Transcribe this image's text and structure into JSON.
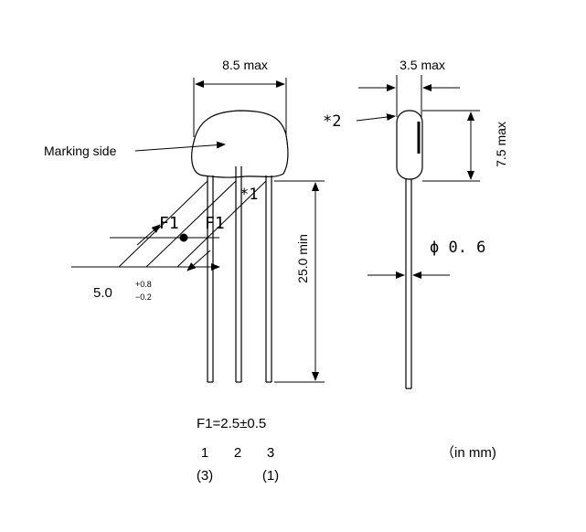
{
  "front_view": {
    "width_label": "8.5 max",
    "marking_label": "Marking side",
    "note1_label": "*1",
    "pitch_label_left": "F1",
    "pitch_label_right": "F1",
    "spacing_value": "5.0",
    "spacing_tol_plus": "+0.8",
    "spacing_tol_minus": "−0.2",
    "lead_length_label": "25.0 min"
  },
  "side_view": {
    "thickness_label": "3.5 max",
    "note2_label": "*2",
    "height_label": "7.5 max",
    "lead_diameter_label": "ϕ 0. 6"
  },
  "notes": {
    "pitch_formula": "F1=2.5±0.5",
    "pin_numbers": [
      "1",
      "2",
      "3"
    ],
    "alt_pin_numbers": [
      "(3)",
      "(1)"
    ],
    "units": "（in mm)"
  }
}
